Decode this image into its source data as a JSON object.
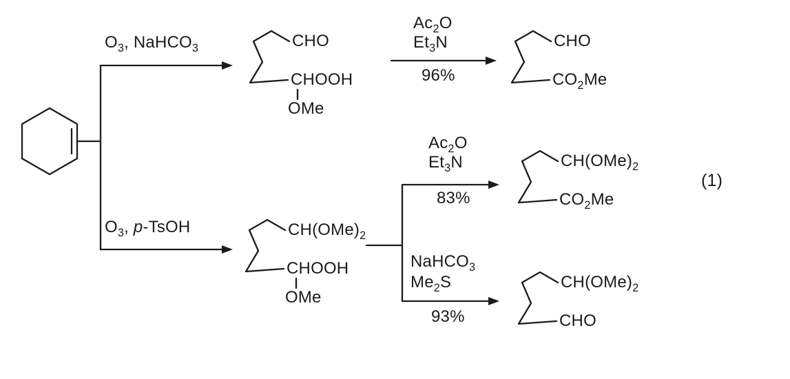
{
  "scheme": {
    "equation_number": "(1)",
    "ink_color": "#1b1b1b",
    "background_color": "#ffffff",
    "reactant": {
      "structure": "cyclohexene-ring"
    },
    "top_path": {
      "step1": {
        "reagents": "O_3, NaHCO_3"
      },
      "intermediate": {
        "top_group": "CHO",
        "middle_group": "CHOOH",
        "bottom_group": "OMe"
      },
      "step2": {
        "reagent1": "Ac_2O",
        "reagent2": "Et_3N",
        "yield": "96%"
      },
      "product": {
        "top_group": "CHO",
        "bottom_group": "CO_2Me"
      }
    },
    "bottom_path": {
      "step1": {
        "reagents": "O_3, *p*-TsOH"
      },
      "intermediate": {
        "top_group": "CH(OMe)_2",
        "middle_group": "CHOOH",
        "bottom_group": "OMe"
      },
      "branch_a": {
        "reagent1": "Ac_2O",
        "reagent2": "Et_3N",
        "yield": "83%",
        "product": {
          "top_group": "CH(OMe)_2",
          "bottom_group": "CO_2Me"
        }
      },
      "branch_b": {
        "reagent1": "NaHCO_3",
        "reagent2": "Me_2S",
        "yield": "93%",
        "product": {
          "top_group": "CH(OMe)_2",
          "bottom_group": "CHO"
        }
      }
    }
  }
}
